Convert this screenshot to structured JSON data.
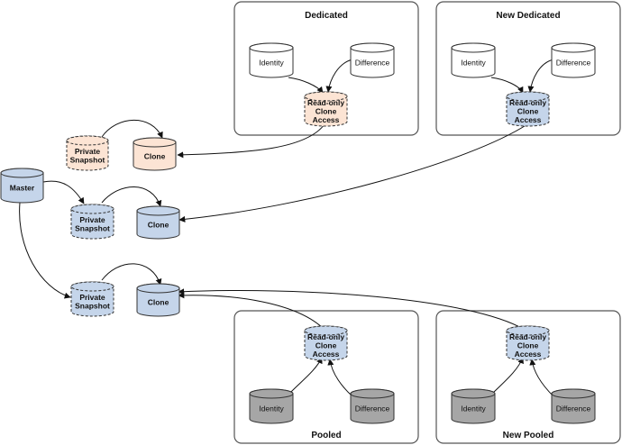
{
  "groups": {
    "dedicated": {
      "title": "Dedicated"
    },
    "new_dedicated": {
      "title": "New Dedicated"
    },
    "pooled": {
      "title": "Pooled"
    },
    "new_pooled": {
      "title": "New Pooled"
    }
  },
  "disks": {
    "master": [
      "Master"
    ],
    "private_snapshot_1": [
      "Private",
      "Snapshot"
    ],
    "clone_1": [
      "Clone"
    ],
    "private_snapshot_2": [
      "Private",
      "Snapshot"
    ],
    "clone_2": [
      "Clone"
    ],
    "private_snapshot_3": [
      "Private",
      "Snapshot"
    ],
    "clone_3": [
      "Clone"
    ],
    "dedicated_identity": [
      "Identity"
    ],
    "dedicated_difference": [
      "Difference"
    ],
    "dedicated_readonly": [
      "Read-only",
      "Clone",
      "Access"
    ],
    "new_dedicated_identity": [
      "Identity"
    ],
    "new_dedicated_difference": [
      "Difference"
    ],
    "new_dedicated_readonly": [
      "Read-only",
      "Clone",
      "Access"
    ],
    "pooled_readonly": [
      "Read-only",
      "Clone",
      "Access"
    ],
    "pooled_identity": [
      "Identity"
    ],
    "pooled_difference": [
      "Difference"
    ],
    "new_pooled_readonly": [
      "Read-only",
      "Clone",
      "Access"
    ],
    "new_pooled_identity": [
      "Identity"
    ],
    "new_pooled_difference": [
      "Difference"
    ]
  },
  "colors": {
    "blue_disk": "#c5d5ea",
    "orange_disk": "#fce4d4",
    "white_disk": "#ffffff",
    "gray_disk": "#a6a6a6",
    "stroke": "#333333",
    "group_border": "#555555"
  }
}
